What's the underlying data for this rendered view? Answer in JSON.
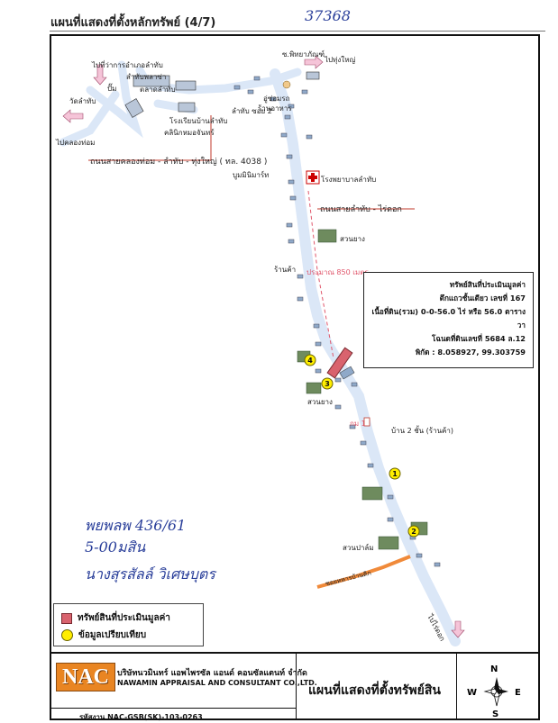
{
  "header": {
    "title": "แผนที่แสดงที่ตั้งหลักทรัพย์ (4/7)",
    "handwritten_number": "37368"
  },
  "map": {
    "place_labels": {
      "district_office": "ไปที่ว่าการอำเภอลำทับ",
      "police": "สำทับพลาซ่า",
      "market": "ตลาดลำทับ",
      "pump": "ปั๊ม",
      "temple": "วัดลำทับ",
      "school": "โรงเรียนบ้านลำทับ",
      "clinic": "คลินิกหมอจันทร์",
      "to_khlong_thom": "ไปคลองท่อม",
      "phitthaya": "ซ.พิทยาภัณฑ์",
      "to_thung_yai": "ไปทุ่งใหญ่",
      "lamthap_soi": "ลำทับ ซอย 2",
      "auto_repair": "อู่ซ่อมรถ",
      "restaurant": "ร้านอาหาร",
      "mini_mart": "บูมมินิมาร์ท",
      "hospital": "โรงพยาบาลลำทับ",
      "rubber_garden_1": "สวนยาง",
      "shop": "ร้านค้า",
      "rubber_garden_2": "สวนยาง",
      "km_marker": "กม 1",
      "house_2floors": "บ้าน 2 ชั้น (ร้านค้า)",
      "palm_garden": "สวนปาล์ม",
      "to_rai_dok": "ไปไร่ดอก",
      "side_road": "ซอยทหารบ้านติก"
    },
    "roads": {
      "main_road": "ถนนสายคลองท่อม - ลำทับ - ทุ่งใหญ่ ( ทล. 4038 )",
      "branch_road": "ถนนสายลำทับ - ไร่ดอก"
    },
    "distance_label": "ประมาณ 850 เมตร",
    "comparables": [
      "1",
      "2",
      "3",
      "4"
    ],
    "colors": {
      "subject": "#d9636e",
      "comparable": "#ffee00",
      "road": "#dbe7f7",
      "distance_line": "#e0566b",
      "side_road": "#f08a3a",
      "handwriting": "#2a3f9a"
    }
  },
  "info_box": {
    "line1": "ทรัพย์สินที่ประเมินมูลค่า",
    "line2": "ตึกแถวชั้นเดียว เลขที่  167",
    "line3": "เนื้อที่ดิน(รวม) 0-0-56.0 ไร่ หรือ 56.0 ตารางวา",
    "line4": "โฉนดที่ดินเลขที่ 5684  ล.12",
    "line5": "พิกัด : 8.058927, 99.303759"
  },
  "handwritten_notes": {
    "line1": "พยพลพ 436/61",
    "line2": "5-00มสิน",
    "line3": "นางสุรสัลล์ วิเศษบุตร"
  },
  "legend": {
    "subject_label": "ทรัพย์สินที่ประเมินมูลค่า",
    "comparable_label": "ข้อมูลเปรียบเทียบ"
  },
  "title_block": {
    "logo_text": "NAC",
    "company_th": "บริษัทนวมินทร์ แอพไพรซัล แอนด์ คอนซัลแตนท์ จำกัด",
    "company_en": "NAWAMIN APPRAISAL AND CONSULTANT CO.,LTD.",
    "map_title": "แผนที่แสดงที่ตั้งทรัพย์สิน",
    "code": "รหัสงาน  NAC-GSB(SK)-103-0263",
    "compass": {
      "n": "N",
      "s": "S",
      "e": "E",
      "w": "W"
    }
  }
}
